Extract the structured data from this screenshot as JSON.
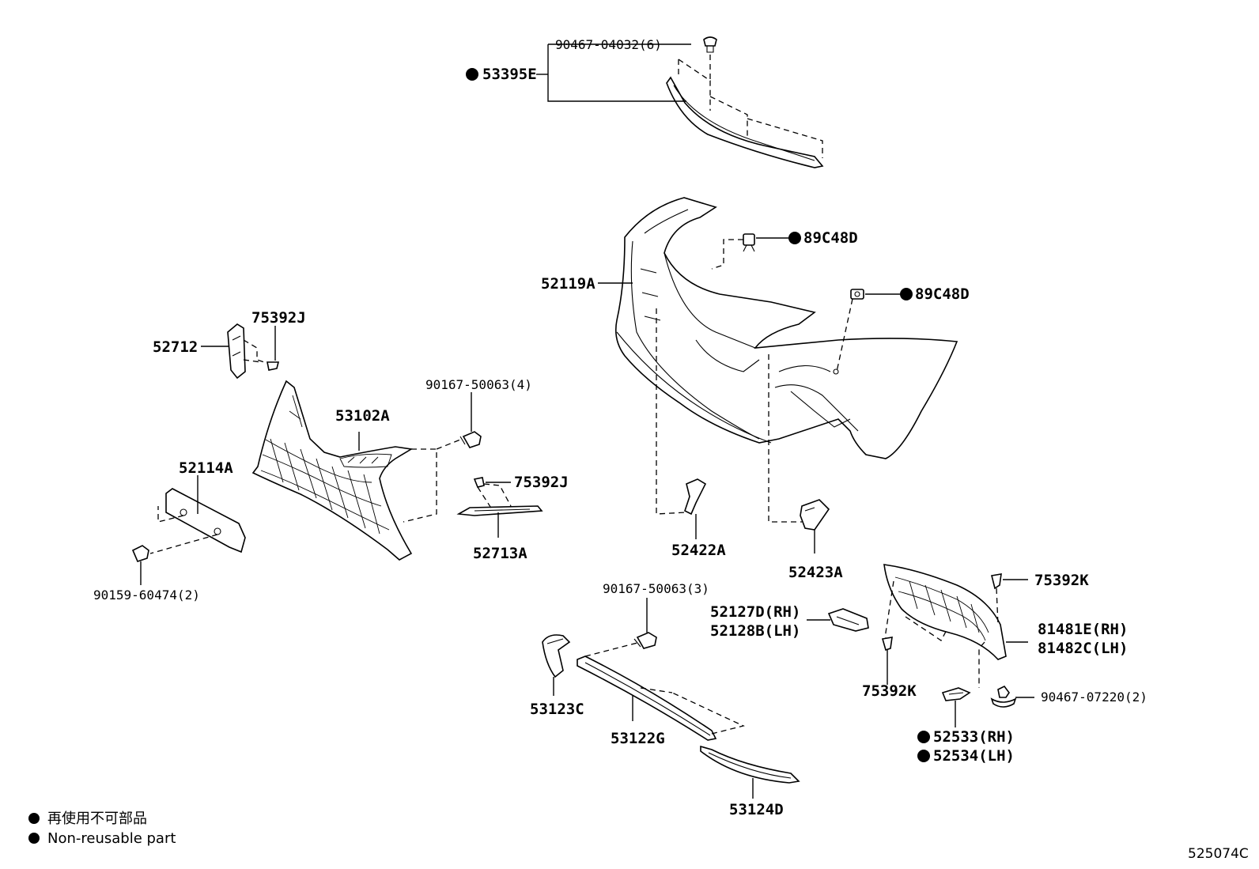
{
  "labels": {
    "p_90467_04032": "90467-04032(6)",
    "p_53395E": "53395E",
    "p_89C48D_a": "89C48D",
    "p_52119A": "52119A",
    "p_89C48D_b": "89C48D",
    "p_75392J_a": "75392J",
    "p_52712": "52712",
    "p_90167_50063_4": "90167-50063(4)",
    "p_53102A": "53102A",
    "p_52114A": "52114A",
    "p_75392J_b": "75392J",
    "p_52713A": "52713A",
    "p_90159_60474": "90159-60474(2)",
    "p_52422A": "52422A",
    "p_52423A": "52423A",
    "p_90167_50063_3": "90167-50063(3)",
    "p_52127D": "52127D(RH)",
    "p_52128B": "52128B(LH)",
    "p_75392K_a": "75392K",
    "p_81481E": "81481E(RH)",
    "p_81482C": "81482C(LH)",
    "p_53123C": "53123C",
    "p_53122G": "53122G",
    "p_75392K_b": "75392K",
    "p_90467_07220": "90467-07220(2)",
    "p_52533": "52533(RH)",
    "p_52534": "52534(LH)",
    "p_53124D": "53124D"
  },
  "legend": {
    "jp": "再使用不可部品",
    "en": "Non-reusable part"
  },
  "diagram_code": "525074C"
}
